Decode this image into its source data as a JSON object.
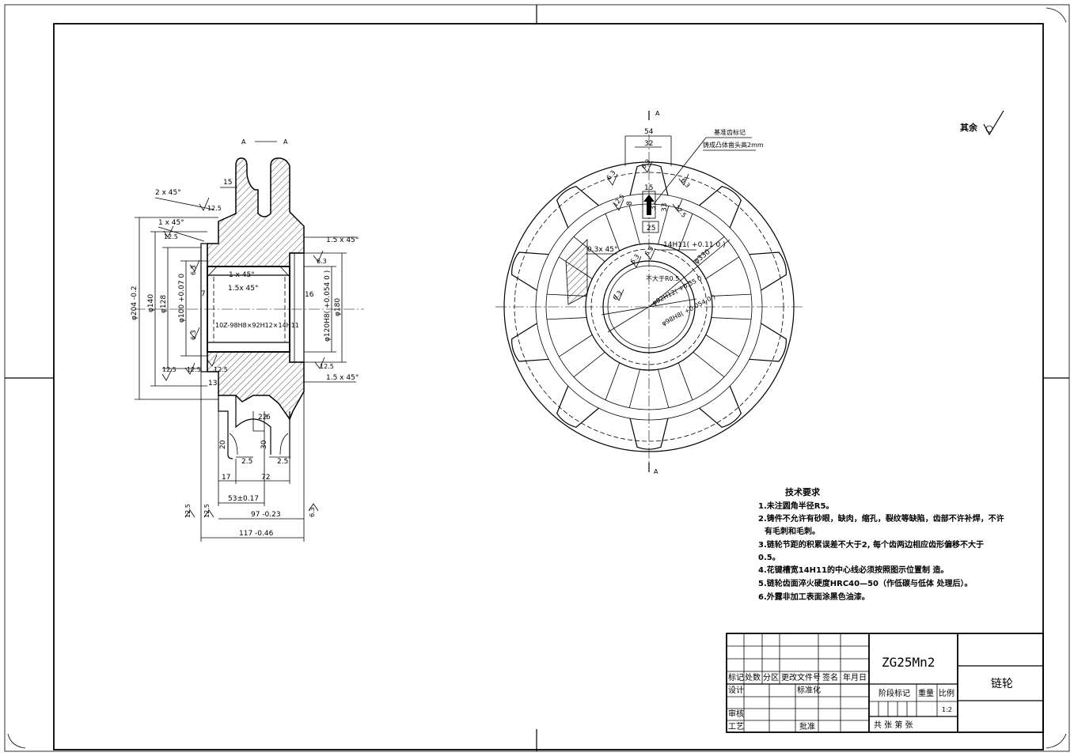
{
  "section_marks": {
    "left_a1": "A",
    "left_a2": "A",
    "right_top": "A",
    "right_bottom": "A"
  },
  "roughness": {
    "general_label": "其余",
    "values": [
      "12.5",
      "12.5",
      "12.5",
      "12.5",
      "6.3",
      "12.5",
      "12.5",
      "6.3",
      "6.3",
      "6.3",
      "12.5",
      "12.5",
      "6.3",
      "6.3",
      "12.5",
      "12.5",
      "6.3",
      "6.3",
      "6.3",
      "6.3"
    ]
  },
  "left_view": {
    "chamfer_2x45": "2 x 45°",
    "chamfer_1x45_a": "1 x 45°",
    "chamfer_1x45_b": "1 x 45°",
    "chamfer_15x45_a": "1.5x 45°",
    "chamfer_15x45_b": "1.5 x 45°",
    "chamfer_15x45_c": "1.5 x 45°",
    "dim_15": "15",
    "dim_7": "7",
    "dim_13": "13",
    "dim_16": "16",
    "dim_phi204": "φ204 -0.2",
    "dim_phi140": "φ140",
    "dim_phi128": "φ128",
    "dim_phi100": "φ100 +0.07 0",
    "dim_phi120": "φ120H8( +0.054 0 )",
    "dim_phi180": "φ180",
    "spline": "10Z-98H8×92H12×14H11",
    "dim_22": "22",
    "dim_6": "6",
    "dim_20": "20",
    "dim_30": "30",
    "dim_25_a": "2.5",
    "dim_25_b": "2.5",
    "dim_17": "17",
    "dim_72": "72",
    "dim_53": "53±0.17",
    "dim_97": "97 -0.23",
    "dim_117": "117 -0.46"
  },
  "right_view": {
    "dim_54": "54",
    "dim_32": "32",
    "note_ref_mark": "基准齿标记",
    "note_cast": "铸成凸体凿头高2mm",
    "dim_15": "15",
    "dim_8": "8",
    "dim_3": "3",
    "dim_33": "33",
    "dim_25": "25",
    "key_14H11": "14H11( +0.11 0 )",
    "chamfer_03": "0.3x 45°",
    "dim_phi330": "φ330",
    "not_more": "不大于R0.5",
    "spline_92": "φ92H12( +0.35 0 )",
    "spline_98": "φ98H8( +0.054 0 )"
  },
  "tech_requirements": {
    "heading": "技术要求",
    "items": [
      "1.未注圆角半径R5。",
      "2.铸件不允许有砂眼，缺肉，缩孔，裂纹等缺陷，齿部不许补焊，不许",
      "有毛刺和毛刺。",
      "3.链轮节距的积累误差不大于2, 每个齿两边相应齿形偏移不大于",
      "0.5。",
      "4.花键槽宽14H11的中心线必须按照图示位置制 造。",
      "5.链轮齿面淬火硬度HRC40—50（作低碳与低体 处理后）。",
      "6.外露非加工表面涂黑色油漆。"
    ]
  },
  "title_block": {
    "material": "ZG25Mn2",
    "part_name": "链轮",
    "col_mark": "标记",
    "col_count": "处数",
    "col_zone": "分区",
    "col_change_doc": "更改文件号",
    "col_sign": "签名",
    "col_date": "年月日",
    "row_design": "设计",
    "row_standard": "标准化",
    "row_check": "审核",
    "row_process": "工艺",
    "row_approve": "批准",
    "stage_mark": "阶段标记",
    "weight": "重量",
    "scale_label": "比例",
    "scale_value": "1:2",
    "sheets": "共    张 第    张"
  }
}
